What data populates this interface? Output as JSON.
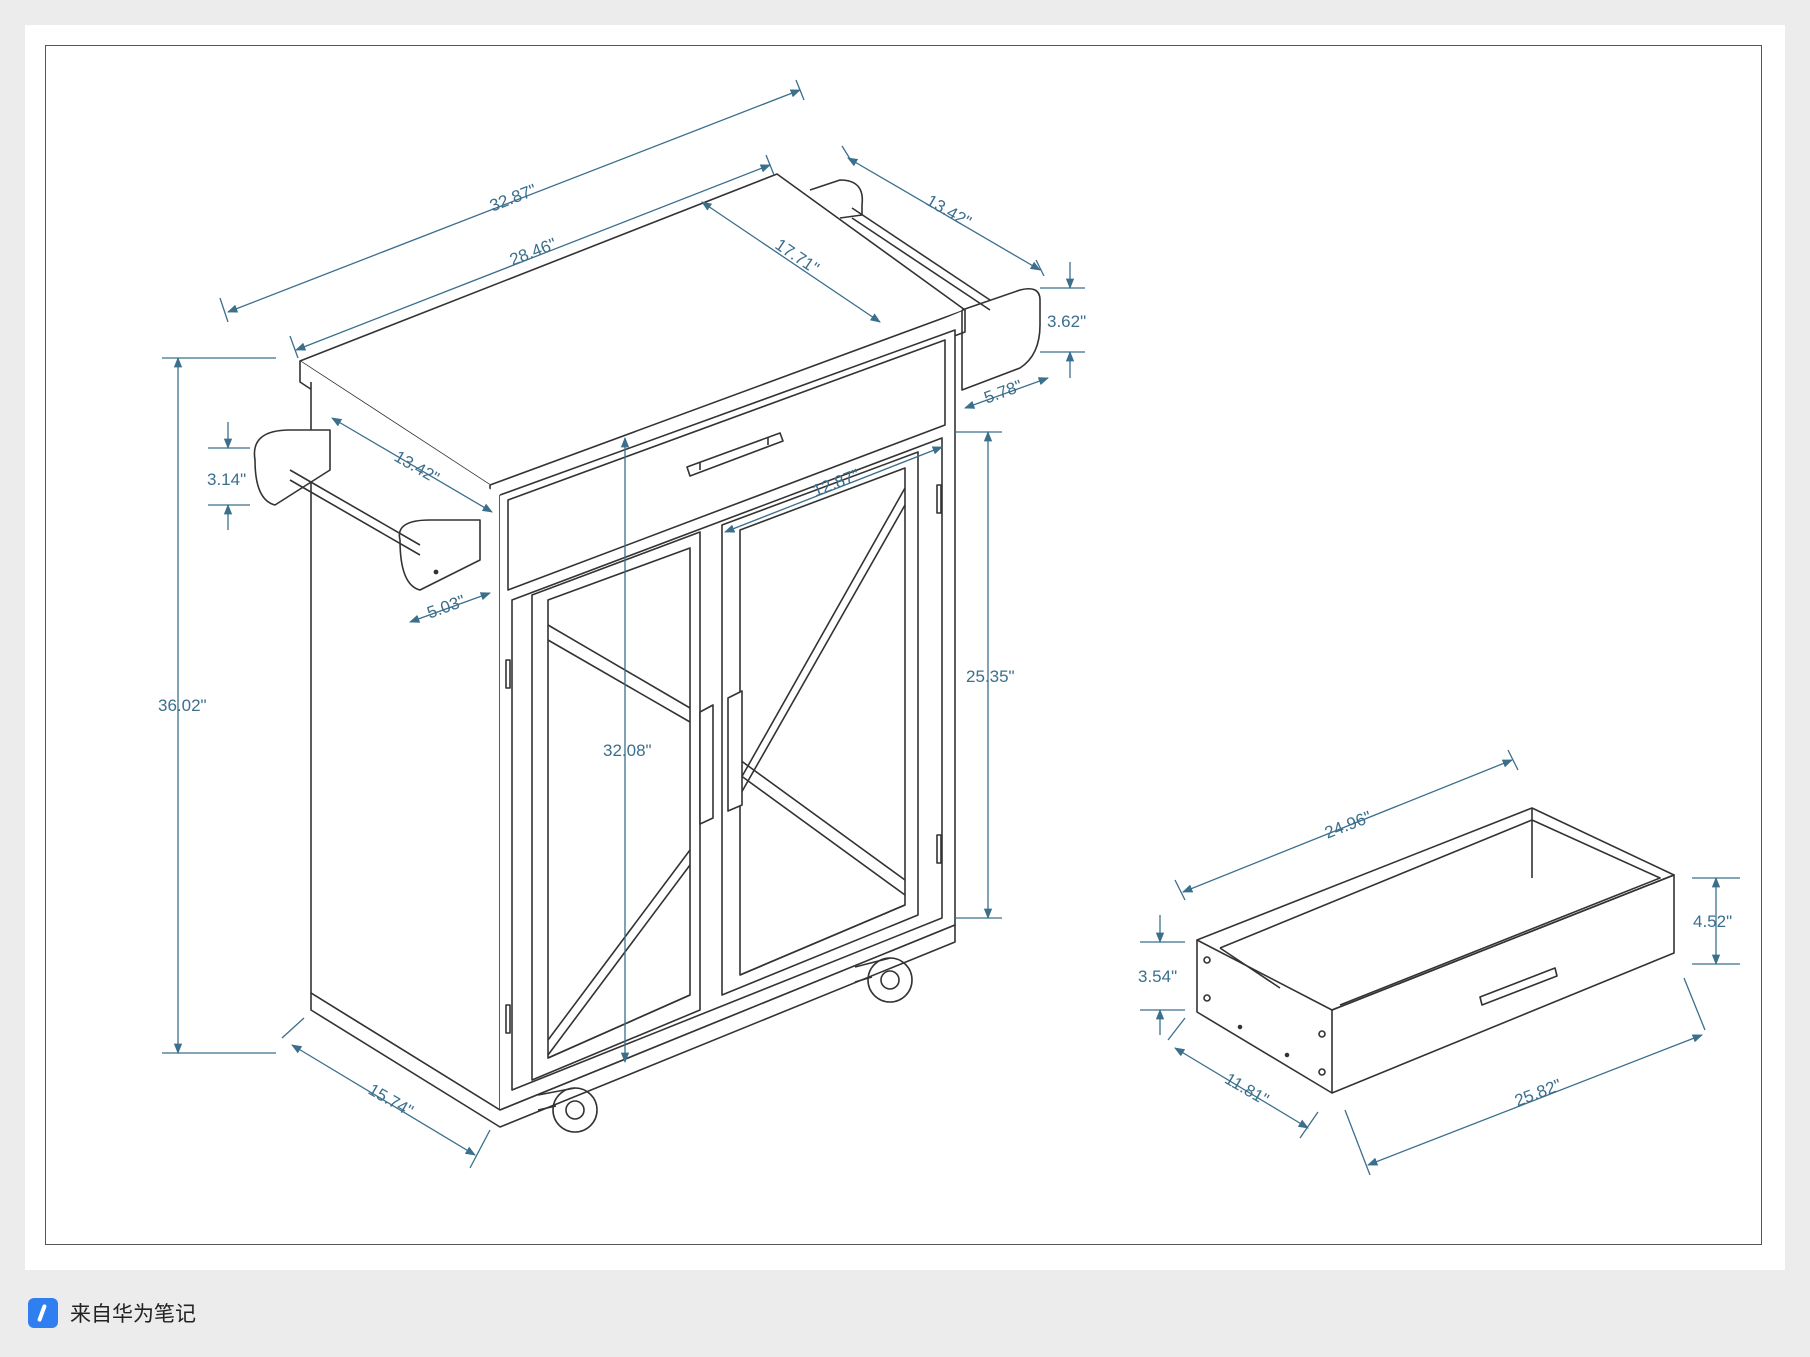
{
  "dimensions": {
    "cart_outer_width": "32.87\"",
    "top_width": "28.46\"",
    "top_depth": "17.71\"",
    "right_rack_span": "13.42\"",
    "right_rack_height": "3.62\"",
    "right_rack_offset": "5.78\"",
    "left_rack_span": "13.42\"",
    "left_rack_height": "3.14\"",
    "left_rack_offset": "5.03\"",
    "door_width": "12.87\"",
    "overall_height": "36.02\"",
    "cabinet_height": "32.08\"",
    "door_height": "25.35\"",
    "base_depth": "15.74\"",
    "drawer_inner_width": "24.96\"",
    "drawer_front_height": "4.52\"",
    "drawer_side_height": "3.54\"",
    "drawer_depth": "11.81\"",
    "drawer_front_width": "25.82\""
  },
  "footer": {
    "source_label": "来自华为笔记",
    "icon": "notes-pen-icon"
  },
  "colors": {
    "dimension": "#3b6f8c",
    "line": "#333333"
  }
}
